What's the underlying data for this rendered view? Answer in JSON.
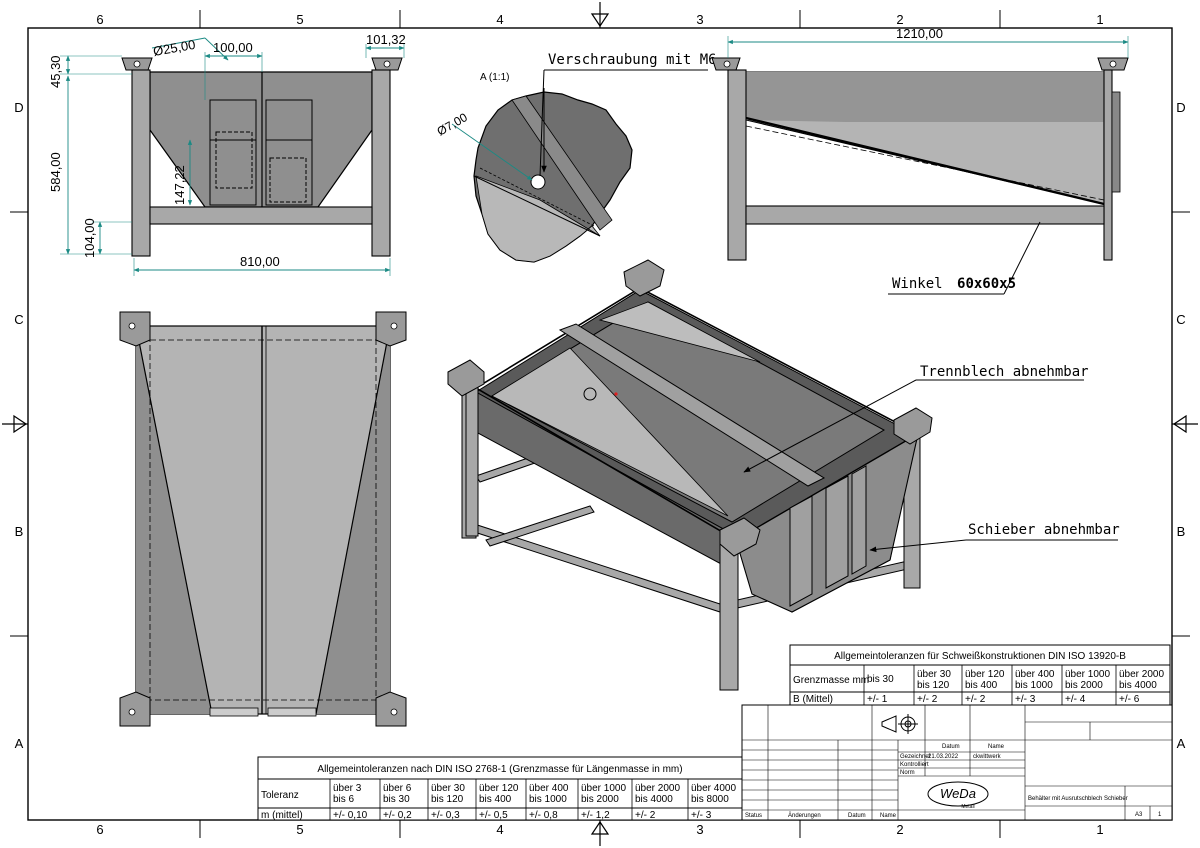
{
  "border": {
    "cols_top": [
      "6",
      "5",
      "4",
      "3",
      "2",
      "1"
    ],
    "cols_bottom": [
      "6",
      "5",
      "4",
      "3",
      "2",
      "1"
    ],
    "rows": [
      "D",
      "C",
      "B",
      "A"
    ]
  },
  "front_view": {
    "dims": {
      "top_height": "45,30",
      "pipe_dia": "Ø25,00",
      "slider_width": "100,00",
      "corner": "101,32",
      "height": "584,00",
      "slider_height": "147,22",
      "foot_height": "104,00",
      "width": "810,00"
    }
  },
  "side_view": {
    "dims": {
      "length": "1210,00"
    },
    "callout_angle": "Winkel",
    "callout_angle_size": "60x60x5"
  },
  "detail": {
    "label": "A (1:1)",
    "title": "Verschraubung mit M6",
    "hole_dim": "Ø7,00"
  },
  "iso_view": {
    "callout_divider": "Trennblech abnehmbar",
    "callout_gate": "Schieber abnehmbar"
  },
  "weld_table": {
    "title": "Allgemeintoleranzen für Schweißkonstruktionen DIN ISO 13920-B",
    "row1_label": "Grenzmasse mm",
    "row2_label": "B (Mittel)",
    "headers": [
      "bis 30",
      "über 30 bis 120",
      "über 120 bis 400",
      "über 400 bis 1000",
      "über 1000 bis 2000",
      "über 2000 bis 4000"
    ],
    "values": [
      "+/- 1",
      "+/- 2",
      "+/- 2",
      "+/- 3",
      "+/- 4",
      "+/- 6"
    ]
  },
  "length_table": {
    "title": "Allgemeintoleranzen nach DIN ISO 2768-1 (Grenzmasse für Längenmasse in mm)",
    "row1_label": "Toleranz",
    "row2_label": "m (mittel)",
    "headers": [
      "über 3 bis 6",
      "über 6 bis 30",
      "über 30 bis 120",
      "über 120 bis 400",
      "über 400 bis 1000",
      "über 1000 bis 2000",
      "über 2000 bis 4000",
      "über 4000 bis 8000"
    ],
    "values": [
      "+/- 0,10",
      "+/- 0,2",
      "+/- 0,3",
      "+/- 0,5",
      "+/- 0,8",
      "+/- 1,2",
      "+/- 2",
      "+/- 3"
    ]
  },
  "title_block": {
    "col_status": "Status",
    "col_changes": "Änderungen",
    "col_date": "Datum",
    "col_name": "Name",
    "date_header": "Datum",
    "name_header": "Name",
    "drawn_label": "Gezeichnet",
    "drawn_date": "21.03.2022",
    "drawn_name": "ckwittwerk",
    "checked_label": "Kontrolliert",
    "norm_label": "Norm",
    "logo": "WeDa",
    "logo_sub": "Metall",
    "description": "Behälter mit Ausrutschblech Schieber",
    "sheet_size": "A3",
    "sheet_no": "1"
  }
}
